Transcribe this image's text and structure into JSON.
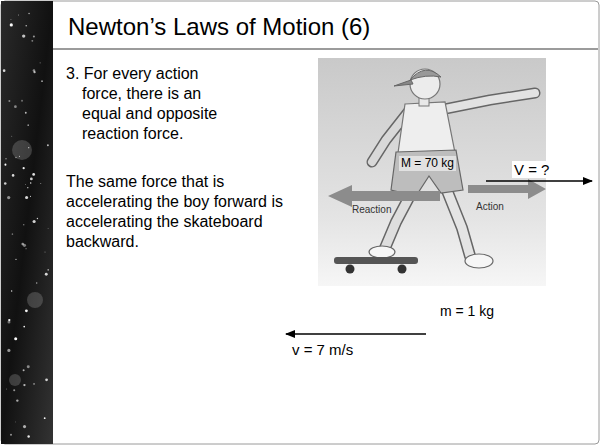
{
  "diagram": {
    "title": "Newton’s Laws of Motion (6)",
    "labels": [
      "3. For every action force, there is an equal and opposite reaction force.",
      "The same force that is accelerating the boy forward is accelerating the skateboard backward.",
      "M = 70 kg",
      "Reaction",
      "Action",
      "V = ?",
      "m = 1 kg",
      "v = 7 m/s"
    ]
  }
}
